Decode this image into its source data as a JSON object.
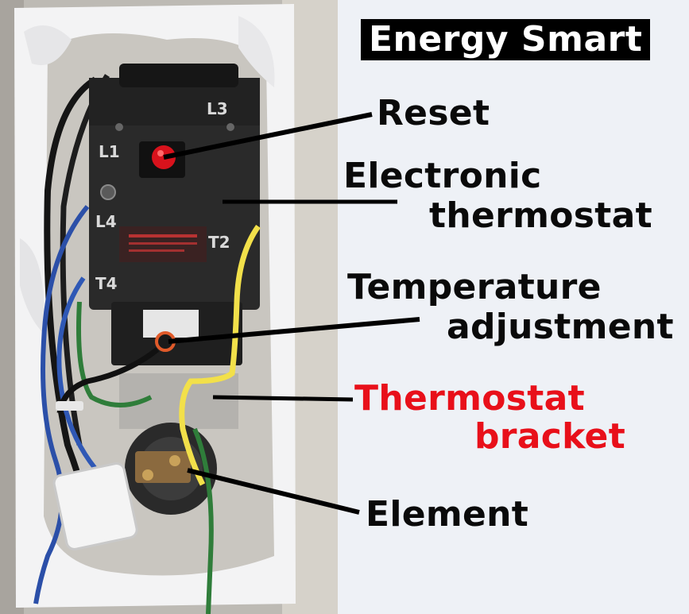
{
  "title": "Energy Smart",
  "callouts": {
    "reset": "Reset",
    "thermostat_line1": "Electronic",
    "thermostat_line2": "thermostat",
    "temp_line1": "Temperature",
    "temp_line2": "adjustment",
    "bracket_line1": "Thermostat",
    "bracket_line2": "bracket",
    "element": "Element"
  },
  "terminal_labels": {
    "l1": "L1",
    "l3": "L3",
    "l4": "L4",
    "t2": "T2",
    "t4": "T4"
  },
  "colors": {
    "callout_text": "#0a0a0a",
    "highlight_text": "#e8101a",
    "title_bg": "#000000",
    "title_fg": "#ffffff",
    "reset_button": "#d8121c"
  }
}
